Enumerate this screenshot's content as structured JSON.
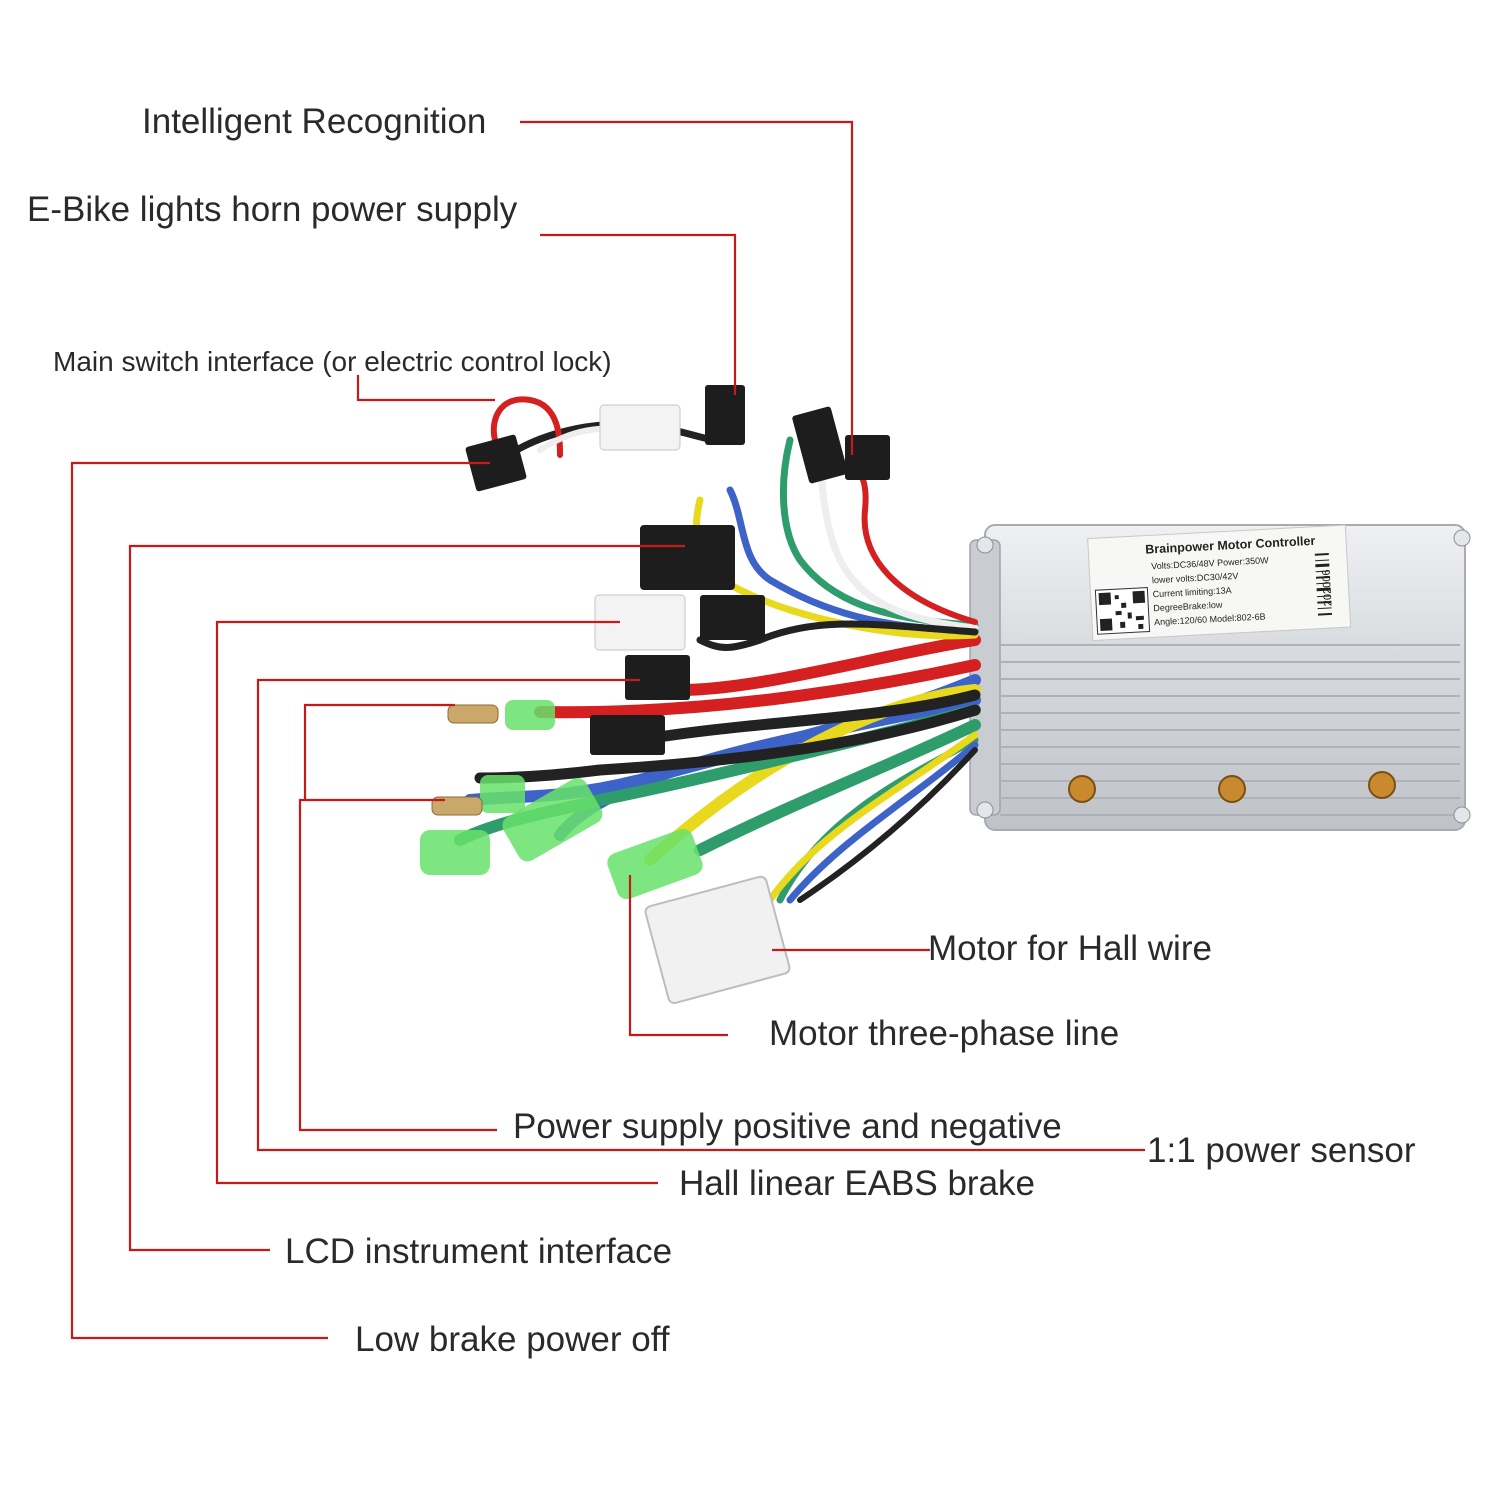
{
  "callouts": {
    "intelligent_recognition": "Intelligent Recognition",
    "ebike_lights": "E-Bike lights horn power supply",
    "main_switch": "Main switch interface (or electric control lock)",
    "motor_hall": "Motor for Hall wire",
    "motor_three_phase": "Motor three-phase line",
    "power_supply": "Power supply positive and negative",
    "power_sensor": "1:1 power sensor",
    "hall_brake": "Hall linear EABS brake",
    "lcd": "LCD instrument interface",
    "low_brake": "Low brake power off"
  },
  "controller_label": {
    "title": "Brainpower Motor Controller",
    "line1": "Volts:DC36/48V  Power:350W",
    "line2": "lower volts:DC30/42V",
    "line3": "Current limiting:13A",
    "line4": "DegreeBrake:low",
    "line5": "Angle:120/60  Model:802-6B",
    "serial": "202006"
  },
  "colors": {
    "leader": "#c41a1a",
    "housing": "#d8dadd"
  }
}
